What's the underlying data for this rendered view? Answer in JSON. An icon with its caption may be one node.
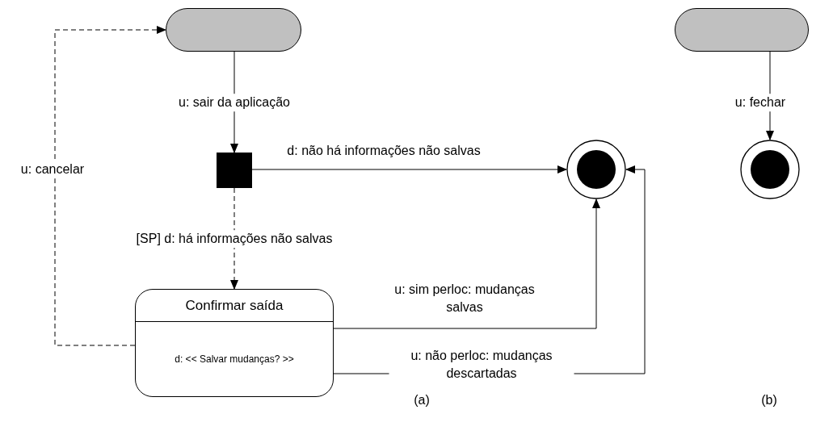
{
  "diagram": {
    "nodes": [
      {
        "text": [],
        "shape": "stadium"
      },
      {
        "text": [],
        "shape": "box"
      },
      {
        "text": [],
        "shape": "circle"
      },
      {
        "text": [
          "Confirmar saída",
          "d: << Salvar mudanças? >>"
        ]
      },
      {
        "text": [],
        "shape": "stadium"
      },
      {
        "text": [],
        "shape": "circle"
      }
    ],
    "edges": [
      {
        "from": 0,
        "to": 1,
        "arrow": "to",
        "label": "u: sair da aplicação"
      },
      {
        "from": 1,
        "to": 2,
        "arrow": "to",
        "label": "d: não há informações não salvas"
      },
      {
        "from": 1,
        "to": 3,
        "arrow": "to",
        "label": "[SP] d: há informações não salvas",
        "style": "dashed"
      },
      {
        "from": 3,
        "to": 2,
        "arrow": "to",
        "label": "u: sim perloc: mudanças salvas"
      },
      {
        "from": 3,
        "to": 2,
        "arrow": "to",
        "label": "u: não perloc: mudanças descartadas"
      },
      {
        "from": 3,
        "to": 0,
        "arrow": "to",
        "label": "u: cancelar",
        "style": "dashed"
      },
      {
        "from": 4,
        "to": 5,
        "arrow": "to",
        "label": "u: fechar"
      }
    ],
    "labels": [
      "(a)",
      "(b)"
    ]
  }
}
